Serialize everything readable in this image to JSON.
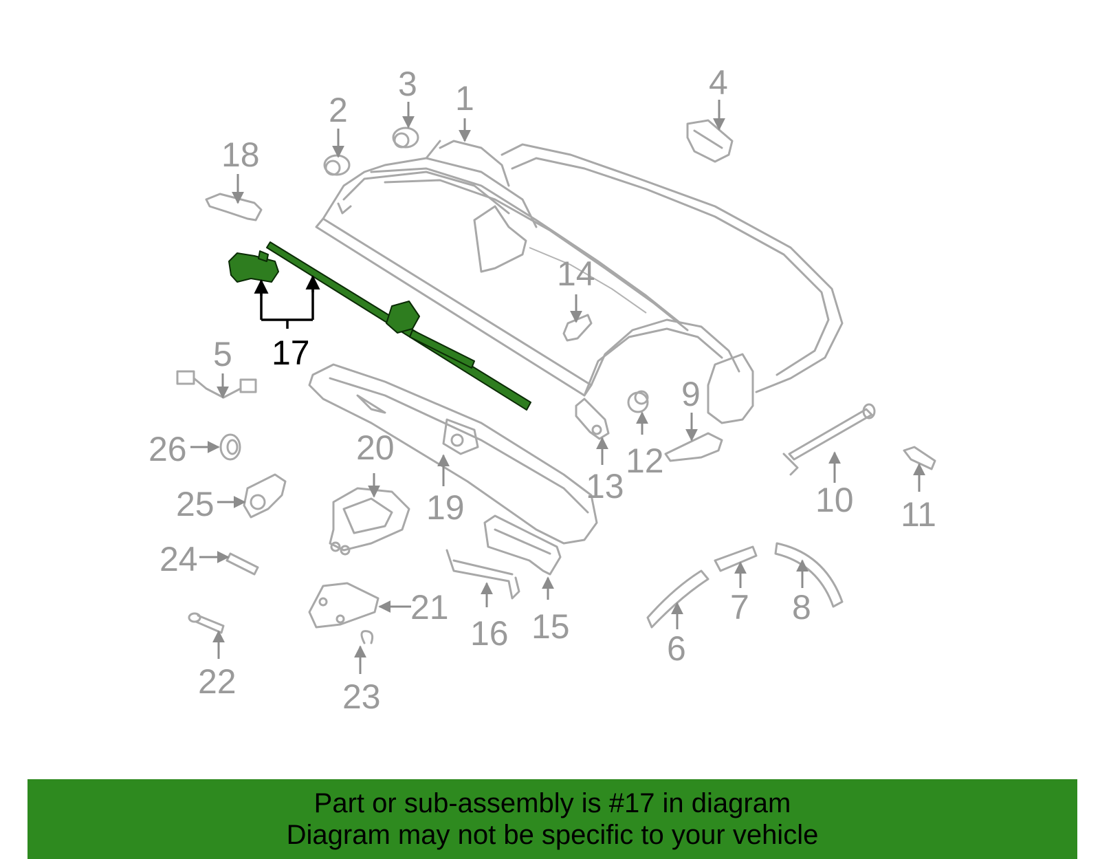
{
  "diagram": {
    "callouts": [
      "1",
      "2",
      "3",
      "4",
      "5",
      "6",
      "7",
      "8",
      "9",
      "10",
      "11",
      "12",
      "13",
      "14",
      "15",
      "16",
      "17",
      "18",
      "19",
      "20",
      "21",
      "22",
      "23",
      "24",
      "25",
      "26"
    ],
    "highlighted_callout": "17",
    "colors": {
      "highlight_part": "#2e7d1f",
      "callout_gray": "#9a9a9a",
      "banner": "#2e8a1f"
    }
  },
  "banner": {
    "line1": "Part or sub-assembly is #17 in diagram",
    "line2": "Diagram may not be specific to your vehicle"
  }
}
